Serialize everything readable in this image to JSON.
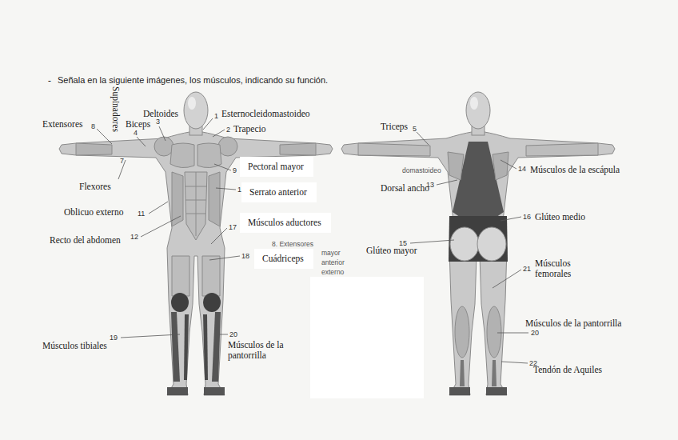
{
  "diagram": {
    "title": "Señala en la siguiente imágenes, los músculos, indicando su función.",
    "nodes": [
      {
        "text": [
          "Pectoral mayor"
        ]
      },
      {
        "text": [
          "Serrato anterior"
        ]
      },
      {
        "text": [
          "Músculos aductores"
        ]
      },
      {
        "text": [
          "Cuádriceps"
        ]
      }
    ],
    "labels": [
      "-",
      "Extensores",
      "8",
      "Supinadores",
      "Biceps",
      "4",
      "Deltoides",
      "3",
      "1",
      "Esternocleidomastoideo",
      "2",
      "Trapecio",
      "Flexores",
      "7",
      "9",
      "1",
      "Oblicuo externo",
      "11",
      "Recto del abdomen",
      "12",
      "17",
      "18",
      "19",
      "Músculos tibiales",
      "20",
      "Músculos de la pantorrilla",
      "Triceps",
      "5",
      "14",
      "Músculos de la escápula",
      "13",
      "Dorsal ancho",
      "16",
      "Glúteo medio",
      "15",
      "Glúteo mayor",
      "21",
      "Músculos femorales",
      "20",
      "Músculos de la pantorrilla",
      "22",
      "Tendón de Aquiles",
      "domastoideo",
      "8. Extensores",
      "mayor",
      "anterior",
      "externo"
    ]
  }
}
